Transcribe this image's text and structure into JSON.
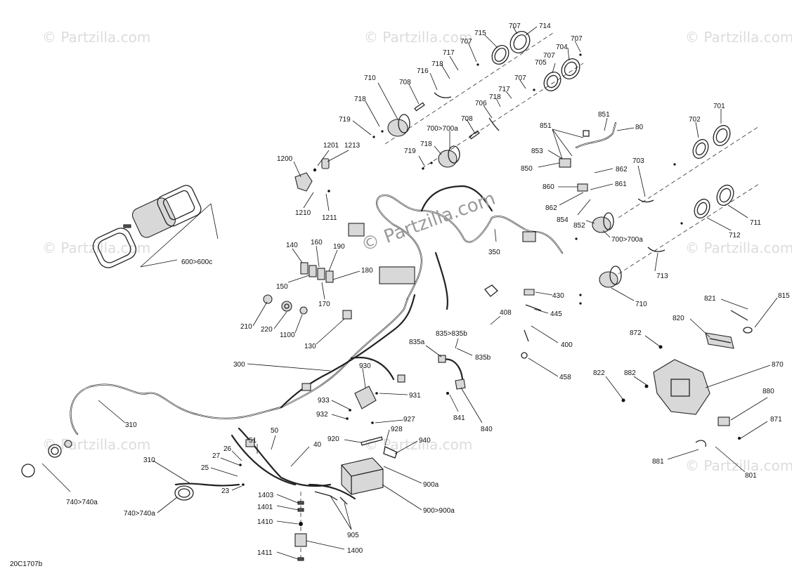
{
  "watermark": {
    "text": "© Partzilla.com",
    "center_text": "© Partzilla.com"
  },
  "diagram_id": "20C1707b",
  "callouts": [
    {
      "id": "c714",
      "text": "714"
    },
    {
      "id": "c707a",
      "text": "707"
    },
    {
      "id": "c715",
      "text": "715"
    },
    {
      "id": "c707b",
      "text": "707"
    },
    {
      "id": "c717a",
      "text": "717"
    },
    {
      "id": "c707c",
      "text": "707"
    },
    {
      "id": "c704",
      "text": "704"
    },
    {
      "id": "c707d",
      "text": "707"
    },
    {
      "id": "c718a",
      "text": "718"
    },
    {
      "id": "c716",
      "text": "716"
    },
    {
      "id": "c705",
      "text": "705"
    },
    {
      "id": "c710a",
      "text": "710"
    },
    {
      "id": "c708a",
      "text": "708"
    },
    {
      "id": "c707e",
      "text": "707"
    },
    {
      "id": "c717b",
      "text": "717"
    },
    {
      "id": "c718b",
      "text": "718"
    },
    {
      "id": "c718c",
      "text": "718"
    },
    {
      "id": "c706",
      "text": "706"
    },
    {
      "id": "c719a",
      "text": "719"
    },
    {
      "id": "c708b",
      "text": "708"
    },
    {
      "id": "c700a",
      "text": "700>700a"
    },
    {
      "id": "c851a",
      "text": "851"
    },
    {
      "id": "c851b",
      "text": "851"
    },
    {
      "id": "c80",
      "text": "80"
    },
    {
      "id": "c701",
      "text": "701"
    },
    {
      "id": "c702",
      "text": "702"
    },
    {
      "id": "c1201",
      "text": "1201"
    },
    {
      "id": "c1213",
      "text": "1213"
    },
    {
      "id": "c718d",
      "text": "718"
    },
    {
      "id": "c719b",
      "text": "719"
    },
    {
      "id": "c853",
      "text": "853"
    },
    {
      "id": "c1200",
      "text": "1200"
    },
    {
      "id": "c850",
      "text": "850"
    },
    {
      "id": "c862a",
      "text": "862"
    },
    {
      "id": "c703",
      "text": "703"
    },
    {
      "id": "c860",
      "text": "860"
    },
    {
      "id": "c861",
      "text": "861"
    },
    {
      "id": "c1210",
      "text": "1210"
    },
    {
      "id": "c1211",
      "text": "1211"
    },
    {
      "id": "c862b",
      "text": "862"
    },
    {
      "id": "c854",
      "text": "854"
    },
    {
      "id": "c711",
      "text": "711"
    },
    {
      "id": "c852",
      "text": "852"
    },
    {
      "id": "c712",
      "text": "712"
    },
    {
      "id": "c700b",
      "text": "700>700a"
    },
    {
      "id": "c600",
      "text": "600>600c"
    },
    {
      "id": "c140",
      "text": "140"
    },
    {
      "id": "c160",
      "text": "160"
    },
    {
      "id": "c190",
      "text": "190"
    },
    {
      "id": "c350",
      "text": "350"
    },
    {
      "id": "c180",
      "text": "180"
    },
    {
      "id": "c713",
      "text": "713"
    },
    {
      "id": "c150",
      "text": "150"
    },
    {
      "id": "c430",
      "text": "430"
    },
    {
      "id": "c170",
      "text": "170"
    },
    {
      "id": "c710b",
      "text": "710"
    },
    {
      "id": "c821",
      "text": "821"
    },
    {
      "id": "c815",
      "text": "815"
    },
    {
      "id": "c445",
      "text": "445"
    },
    {
      "id": "c408",
      "text": "408"
    },
    {
      "id": "c820",
      "text": "820"
    },
    {
      "id": "c210",
      "text": "210"
    },
    {
      "id": "c220",
      "text": "220"
    },
    {
      "id": "c1100",
      "text": "1100"
    },
    {
      "id": "c130",
      "text": "130"
    },
    {
      "id": "c835a",
      "text": "835a"
    },
    {
      "id": "c835b_range",
      "text": "835>835b"
    },
    {
      "id": "c872",
      "text": "872"
    },
    {
      "id": "c400",
      "text": "400"
    },
    {
      "id": "c835b",
      "text": "835b"
    },
    {
      "id": "c300",
      "text": "300"
    },
    {
      "id": "c870",
      "text": "870"
    },
    {
      "id": "c930",
      "text": "930"
    },
    {
      "id": "c458",
      "text": "458"
    },
    {
      "id": "c822",
      "text": "822"
    },
    {
      "id": "c882",
      "text": "882"
    },
    {
      "id": "c931",
      "text": "931"
    },
    {
      "id": "c880",
      "text": "880"
    },
    {
      "id": "c933",
      "text": "933"
    },
    {
      "id": "c932",
      "text": "932"
    },
    {
      "id": "c927",
      "text": "927"
    },
    {
      "id": "c841",
      "text": "841"
    },
    {
      "id": "c840",
      "text": "840"
    },
    {
      "id": "c310a",
      "text": "310"
    },
    {
      "id": "c50",
      "text": "50"
    },
    {
      "id": "c928",
      "text": "928"
    },
    {
      "id": "c871",
      "text": "871"
    },
    {
      "id": "c51",
      "text": "51"
    },
    {
      "id": "c920",
      "text": "920"
    },
    {
      "id": "c940",
      "text": "940"
    },
    {
      "id": "c40",
      "text": "40"
    },
    {
      "id": "c26",
      "text": "26"
    },
    {
      "id": "c27",
      "text": "27"
    },
    {
      "id": "c881",
      "text": "881"
    },
    {
      "id": "c310b",
      "text": "310"
    },
    {
      "id": "c25",
      "text": "25"
    },
    {
      "id": "c801",
      "text": "801"
    },
    {
      "id": "c900a",
      "text": "900a"
    },
    {
      "id": "c23",
      "text": "23"
    },
    {
      "id": "c740a",
      "text": "740>740a"
    },
    {
      "id": "c1403",
      "text": "1403"
    },
    {
      "id": "c1401",
      "text": "1401"
    },
    {
      "id": "c900",
      "text": "900>900a"
    },
    {
      "id": "c740b",
      "text": "740>740a"
    },
    {
      "id": "c905",
      "text": "905"
    },
    {
      "id": "c1410",
      "text": "1410"
    },
    {
      "id": "c1400",
      "text": "1400"
    },
    {
      "id": "c1411",
      "text": "1411"
    }
  ]
}
